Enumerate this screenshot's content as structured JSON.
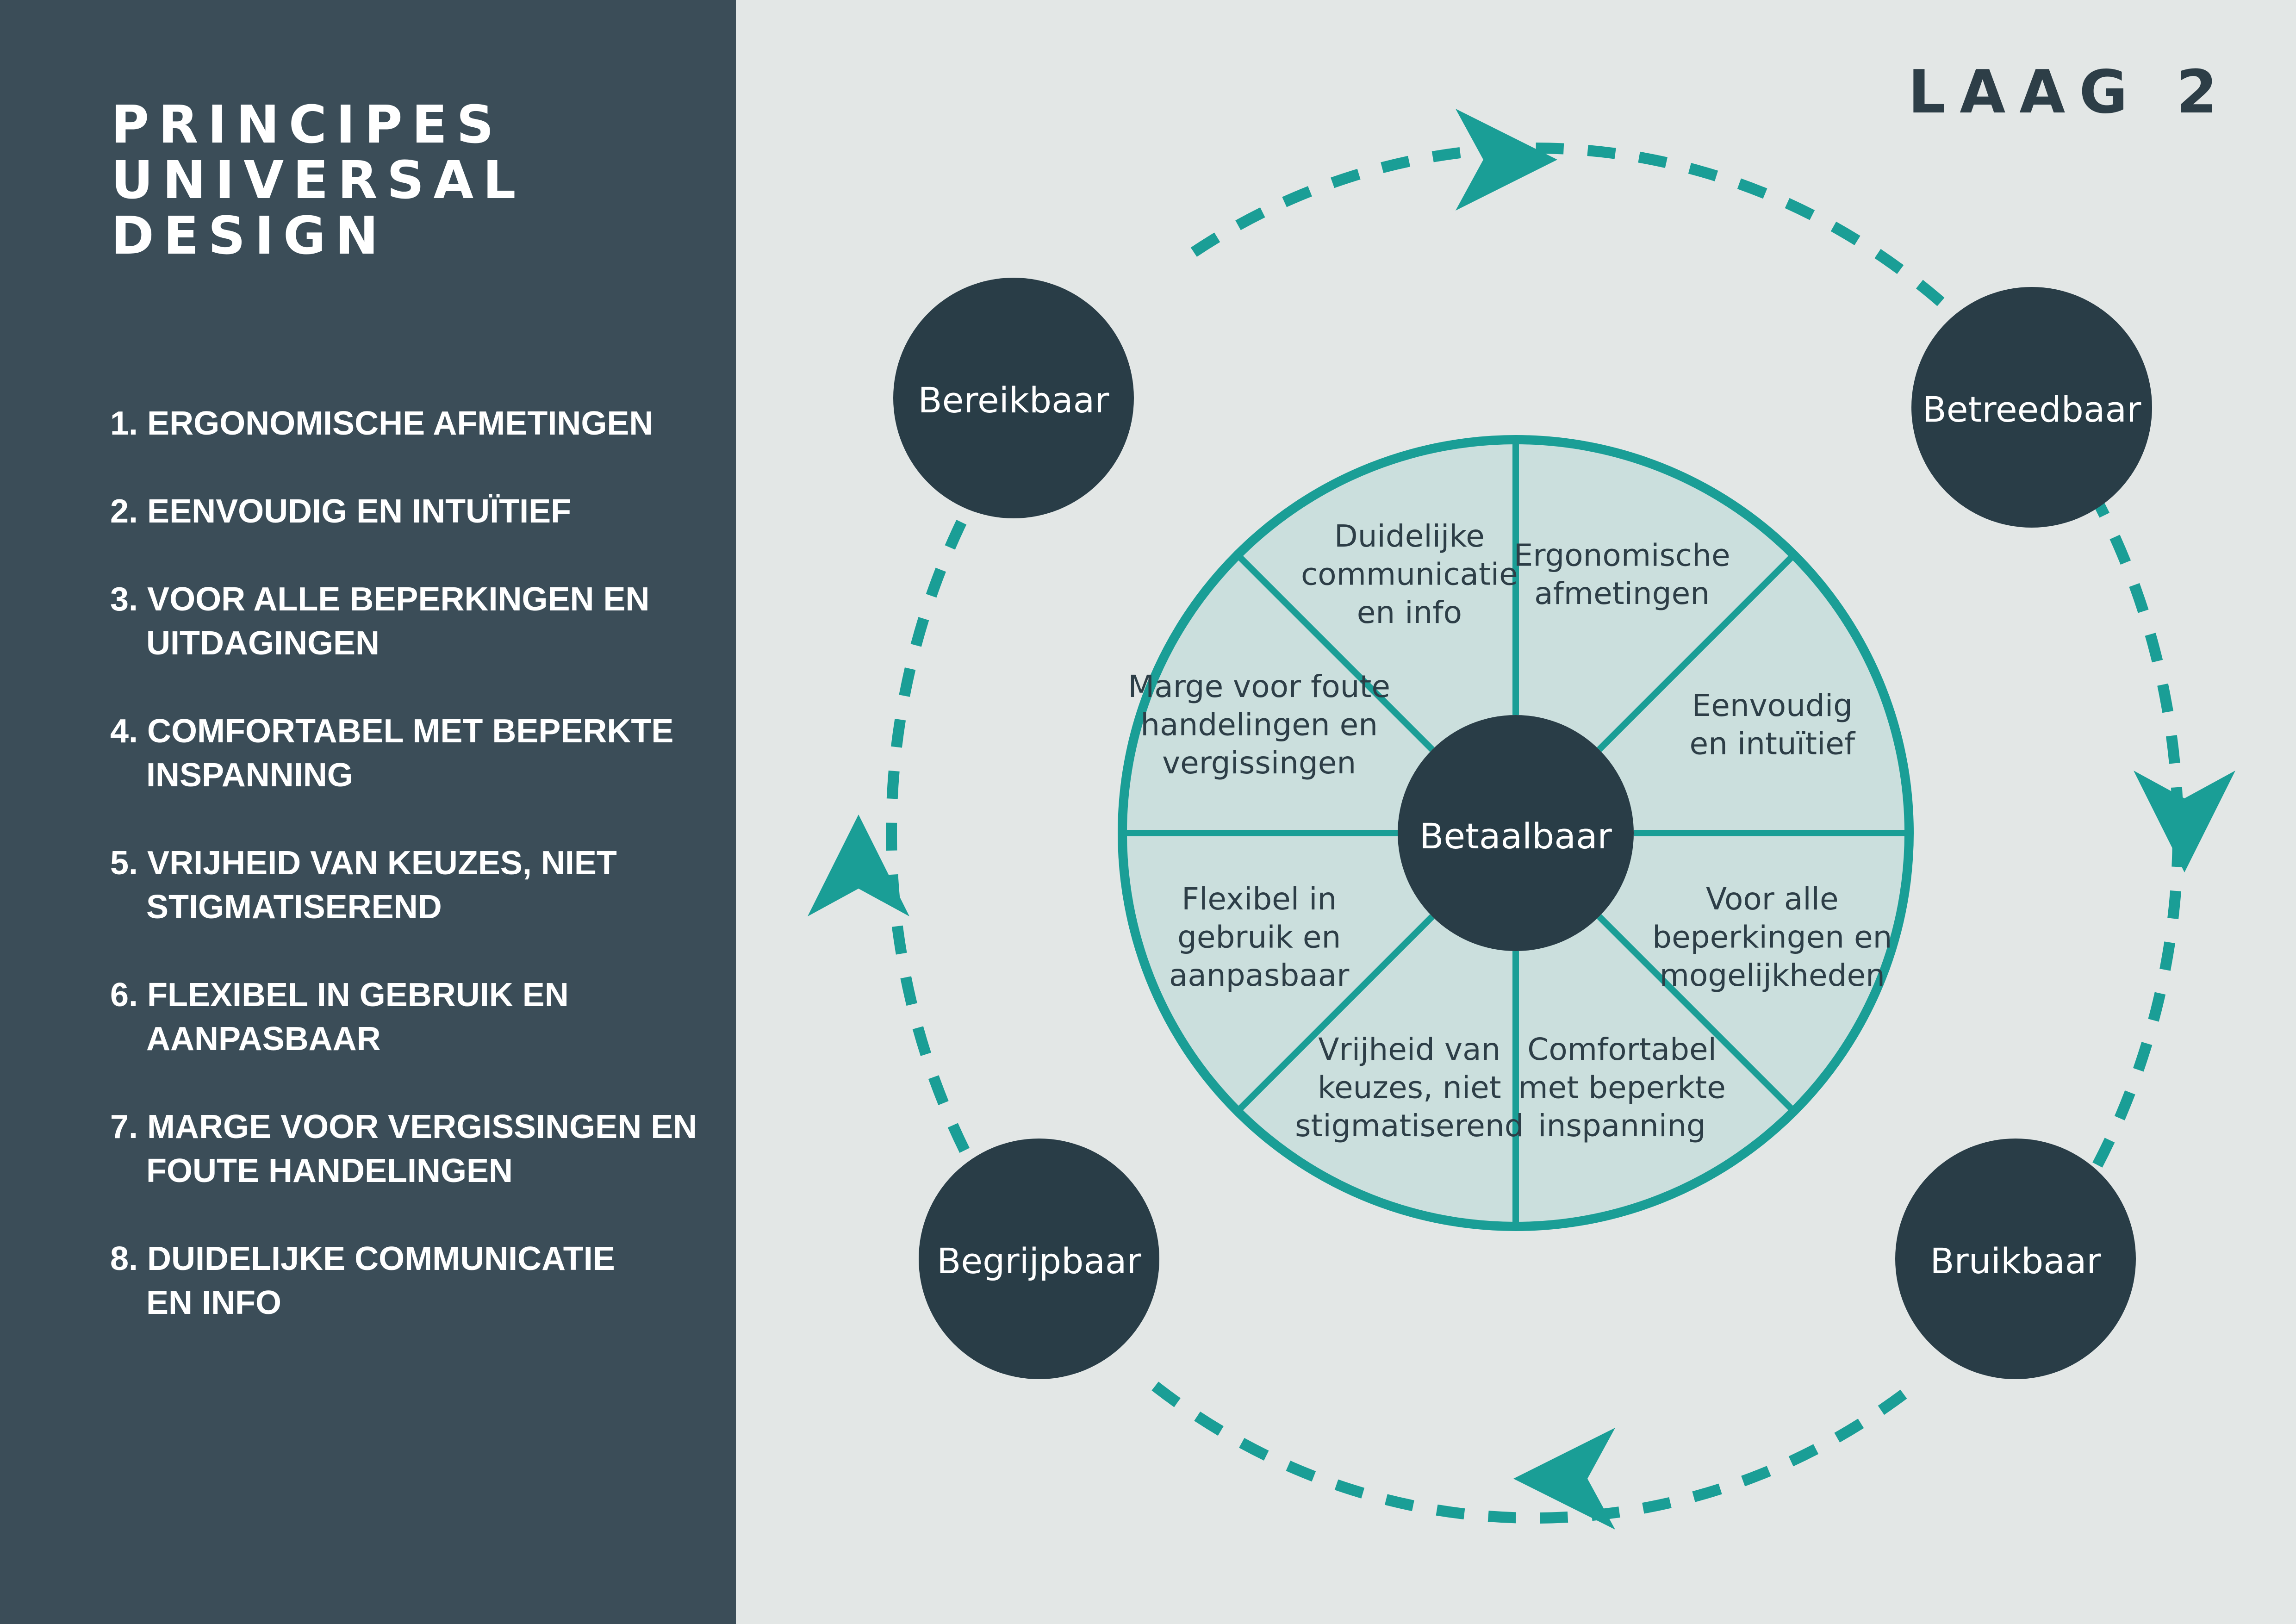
{
  "sidebar": {
    "title_lines": [
      "PRINCIPES",
      "UNIVERSAL",
      "DESIGN"
    ],
    "principles": [
      {
        "line1": "1. ERGONOMISCHE AFMETINGEN",
        "line2": ""
      },
      {
        "line1": "2. EENVOUDIG EN INTUÏTIEF",
        "line2": ""
      },
      {
        "line1": "3. VOOR ALLE BEPERKINGEN EN",
        "line2": "UITDAGINGEN"
      },
      {
        "line1": "4. COMFORTABEL MET BEPERKTE",
        "line2": "INSPANNING"
      },
      {
        "line1": "5. VRIJHEID VAN KEUZES, NIET",
        "line2": "STIGMATISEREND"
      },
      {
        "line1": "6. FLEXIBEL IN GEBRUIK EN",
        "line2": "AANPASBAAR"
      },
      {
        "line1": "7. MARGE VOOR VERGISSINGEN EN",
        "line2": "FOUTE HANDELINGEN"
      },
      {
        "line1": "8. DUIDELIJKE COMMUNICATIE",
        "line2": "EN INFO"
      }
    ]
  },
  "layer_label": "LAAG 2",
  "diagram": {
    "center_label": "Betaalbaar",
    "outer_nodes": {
      "top_left": "Bereikbaar",
      "top_right": "Betreedbaar",
      "bottom_right": "Bruikbaar",
      "bottom_left": "Begrijpbaar"
    },
    "segments": [
      {
        "lines": [
          "Ergonomische",
          "afmetingen"
        ]
      },
      {
        "lines": [
          "Eenvoudig",
          "en intuïtief"
        ]
      },
      {
        "lines": [
          "Voor alle",
          "beperkingen en",
          "mogelijkheden"
        ]
      },
      {
        "lines": [
          "Comfortabel",
          "met beperkte",
          "inspanning"
        ]
      },
      {
        "lines": [
          "Vrijheid van",
          "keuzes, niet",
          "stigmatiserend"
        ]
      },
      {
        "lines": [
          "Flexibel in",
          "gebruik en",
          "aanpasbaar"
        ]
      },
      {
        "lines": [
          "Marge voor foute",
          "handelingen en",
          "vergissingen"
        ]
      },
      {
        "lines": [
          "Duidelijke",
          "communicatie",
          "en info"
        ]
      }
    ]
  },
  "colors": {
    "sidebar": "#3b4d58",
    "accent": "#1a9e96",
    "node": "#293d47",
    "wheel_fill": "#b8d8d6",
    "background": "#e3e7e6"
  }
}
